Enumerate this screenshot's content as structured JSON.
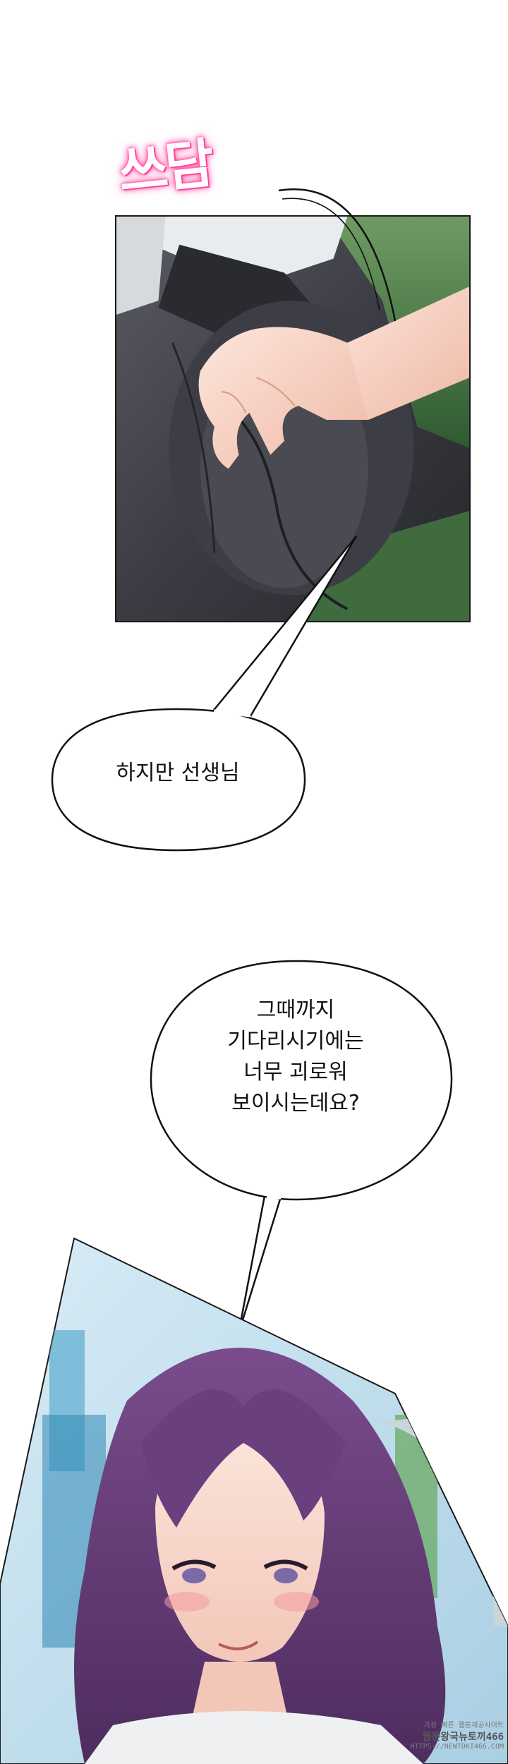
{
  "sfx": {
    "text": "쓰담"
  },
  "bubbles": [
    {
      "lines": [
        "하지만 선생님"
      ]
    },
    {
      "lines": [
        "그때까지",
        "기다리시기에는",
        "너무 괴로워",
        "보이시는데요?"
      ]
    }
  ],
  "watermark": {
    "line1": "가장 빠른 웹툰제공사이트",
    "line2": "웹툰왕국뉴토끼466",
    "line3": "HTTPS://NEWTOKI466.COM"
  },
  "colors": {
    "sfx_glow": "#ff3c9a",
    "hair": "#6a3f7e",
    "skin": "#f8d6c8",
    "pants": "#34353b",
    "seat_green": "#4f7e4d"
  }
}
